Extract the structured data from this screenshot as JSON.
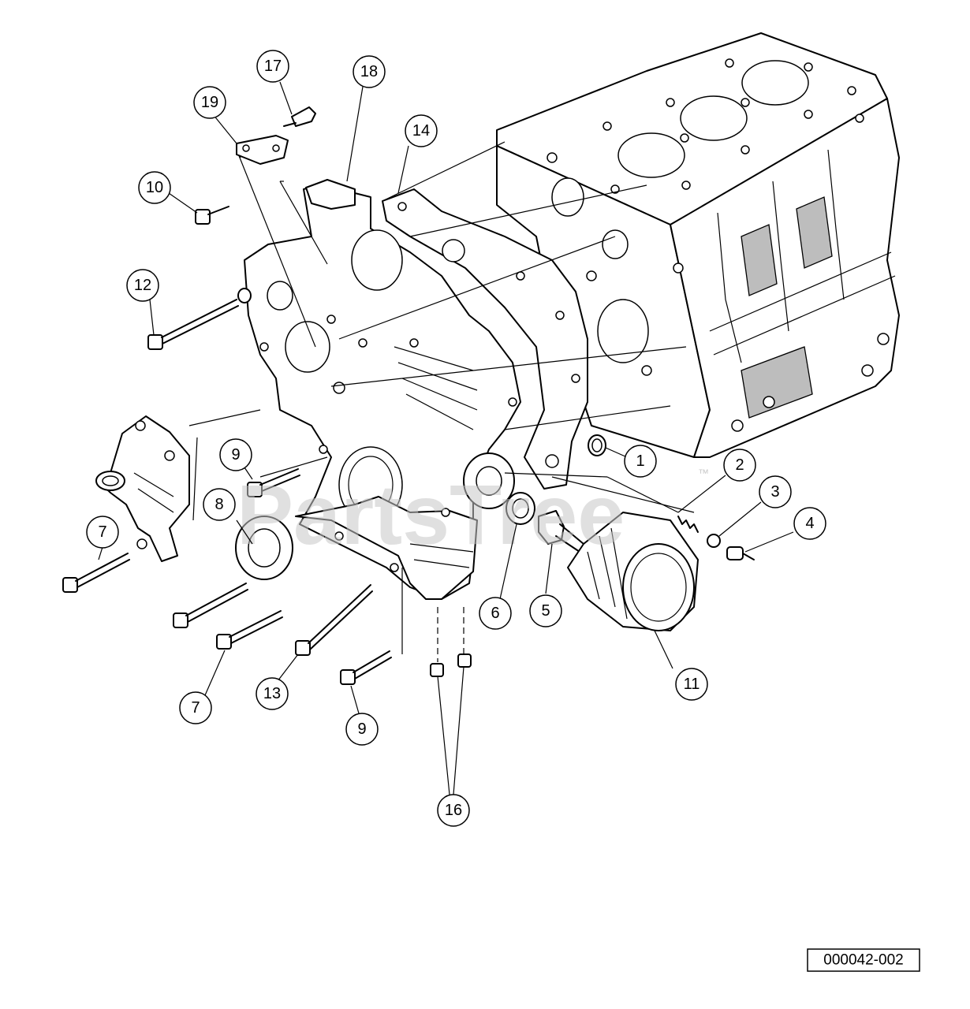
{
  "diagram": {
    "reference_number": "000042-002",
    "watermark": "PartsTree",
    "watermark_mark": "™",
    "callouts": [
      "1",
      "2",
      "3",
      "4",
      "5",
      "6",
      "7",
      "7",
      "8",
      "9",
      "9",
      "10",
      "11",
      "12",
      "13",
      "14",
      "16",
      "17",
      "18",
      "19"
    ]
  },
  "colors": {
    "line": "#000000",
    "shading": "#bdbdbd",
    "watermark": "#c8c8c8",
    "background": "#ffffff"
  }
}
